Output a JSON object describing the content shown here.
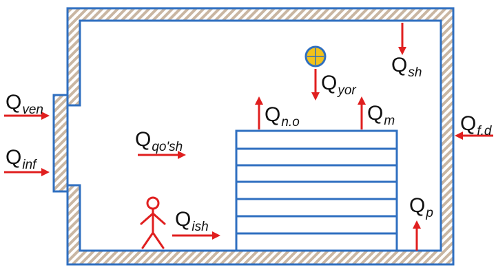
{
  "colors": {
    "wall_stroke": "#2f6fc0",
    "insulation": "#c9b6a2",
    "arrow": "#e01f1f",
    "stack_stroke": "#2f6fc0",
    "person": "#e01f1f",
    "lamp_ring": "#2f6fc0",
    "lamp_fill": "#f2c21b"
  },
  "icons": {
    "lamp": "light-bulb-icon",
    "person": "person-icon"
  },
  "labels": {
    "ven": {
      "main": "Q",
      "sub": "ven"
    },
    "inf": {
      "main": "Q",
      "sub": "inf"
    },
    "qosh": {
      "main": "Q",
      "sub": "qo'sh"
    },
    "no": {
      "main": "Q",
      "sub": "n.o"
    },
    "yor": {
      "main": "Q",
      "sub": "yor"
    },
    "m": {
      "main": "Q",
      "sub": "m"
    },
    "sh": {
      "main": "Q",
      "sub": "sh"
    },
    "fd": {
      "main": "Q",
      "sub": "f.d"
    },
    "ish": {
      "main": "Q",
      "sub": "ish"
    },
    "p": {
      "main": "Q",
      "sub": "p"
    }
  }
}
